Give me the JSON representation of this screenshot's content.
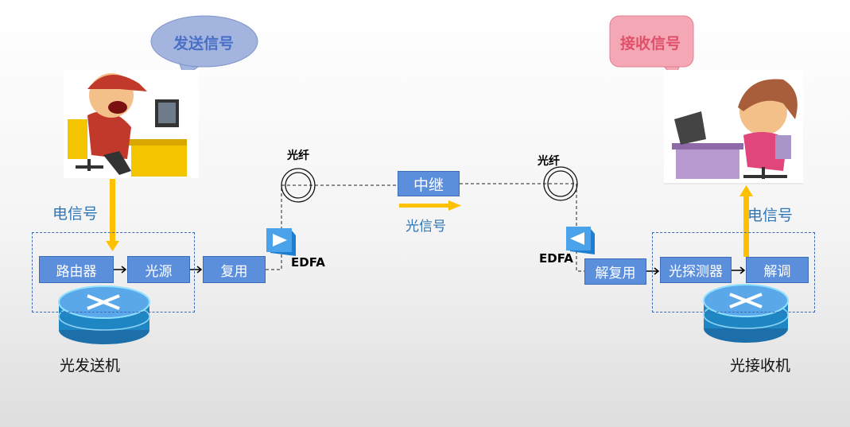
{
  "sender": {
    "bubble": "发送信号",
    "signal": "电信号",
    "transmitter": "光发送机",
    "blocks": [
      "路由器",
      "光源",
      "复用"
    ]
  },
  "receiver": {
    "bubble": "接收信号",
    "signal": "电信号",
    "receiver_label": "光接收机",
    "blocks": [
      "解复用",
      "光探测器",
      "解调"
    ]
  },
  "link": {
    "fiber_left": "光纤",
    "fiber_right": "光纤",
    "edfa_left": "EDFA",
    "edfa_right": "EDFA",
    "relay": "中继",
    "optical_signal": "光信号"
  },
  "colors": {
    "block": "#5b8fdc",
    "signal_arrow": "#ffc000",
    "label_blue": "#2e75b6",
    "send_bubble": "#a3b4de",
    "receive_bubble": "#f4a7b4"
  }
}
